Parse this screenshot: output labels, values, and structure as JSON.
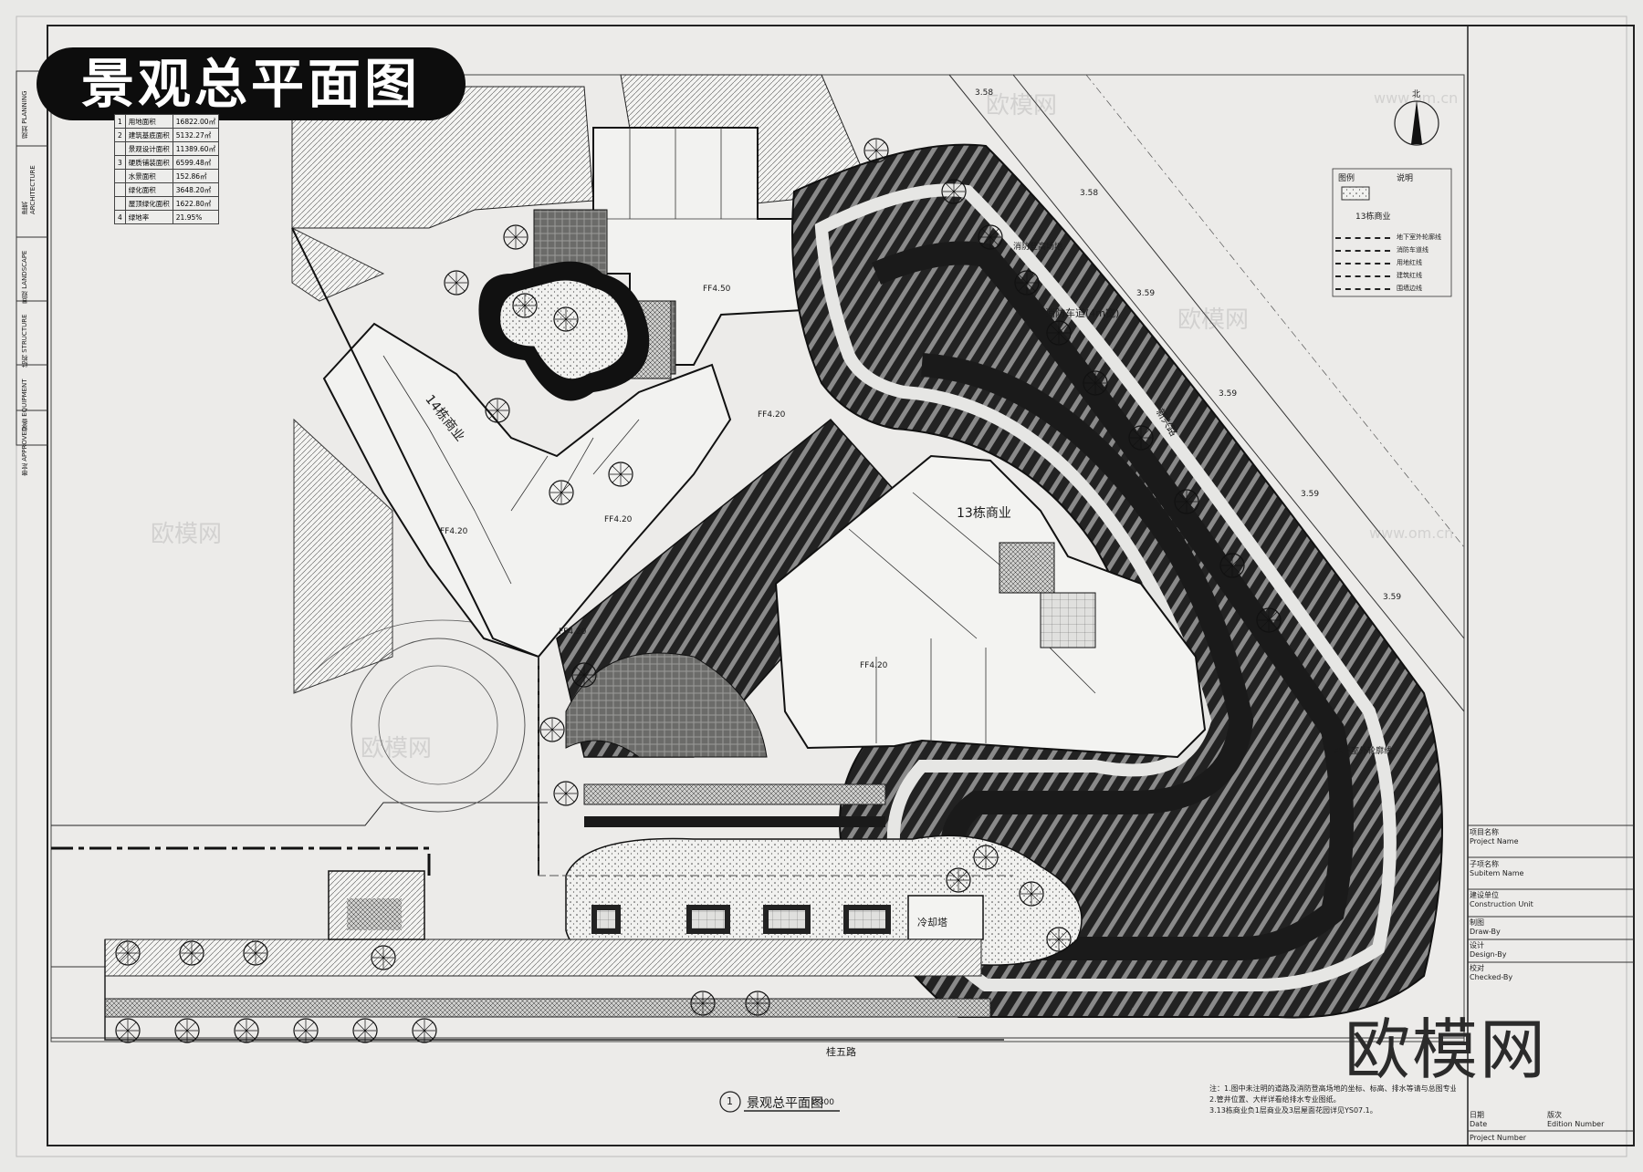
{
  "badge_title": "景观总平面图",
  "watermark": "欧模网",
  "faint_watermark": "欧模网",
  "faint_watermark_url": "www.om.cn",
  "drawing_title": {
    "number": "1",
    "name": "景观总平面图",
    "scale": "1:300"
  },
  "labels": {
    "road_bottom": "桂五路",
    "road_right": "新兴路",
    "building_13": "13栋商业",
    "building_14": "14栋商业",
    "cooling_tower": "冷却塔",
    "bike_path": "消防车道(4m宽)",
    "north": "北",
    "ground_boundary": "地下室外轮廓线",
    "fire_lane": "消防登高场地",
    "elev_1": "3.58",
    "elev_2": "3.58",
    "elev_3": "3.59",
    "elev_4": "3.59",
    "elev_5": "3.59",
    "elev_6": "3.59"
  },
  "ff_marks": [
    "FF4.50",
    "FF4.20",
    "FF4.20",
    "FF4.20",
    "FF4.20",
    "FF4.20"
  ],
  "legend": {
    "header_left": "图例",
    "header_right": "说明",
    "hatch_label": "13栋商业",
    "items": [
      "地下室外轮廓线",
      "消防车道线",
      "用地红线",
      "建筑红线",
      "围墙边线"
    ]
  },
  "notes": [
    "注：1.图中未注明的道路及消防登高场地的坐标、标高、排水等请与总图专业协商后再施工。",
    "2.管井位置、大样详看给排水专业图纸。",
    "3.13栋商业负1层商业及3层屋面花园详见YS07.1。"
  ],
  "area_table": [
    [
      "1",
      "用地面积",
      "16822.00㎡"
    ],
    [
      "2",
      "建筑基底面积",
      "5132.27㎡"
    ],
    [
      "",
      "景观设计面积",
      "11389.60㎡"
    ],
    [
      "3",
      "硬质铺装面积",
      "6599.48㎡"
    ],
    [
      "",
      "水景面积",
      "152.86㎡"
    ],
    [
      "",
      "绿化面积",
      "3648.20㎡"
    ],
    [
      "",
      "屋顶绿化面积",
      "1622.80㎡"
    ],
    [
      "4",
      "绿地率",
      "21.95%"
    ]
  ],
  "title_block": {
    "project_name_cn": "项目名称",
    "project_name_en": "Project Name",
    "subitem_cn": "子项名称",
    "subitem_en": "Subitem Name",
    "unit_cn": "建设单位",
    "unit_en": "Construction Unit",
    "drawn_cn": "制图",
    "drawn_en": "Draw-By",
    "design_cn": "设计",
    "design_en": "Design-By",
    "check_cn": "校对",
    "check_en": "Checked-By",
    "date_cn": "日期",
    "date_en": "Date",
    "edition_cn": "版次",
    "edition_en": "Edition Number",
    "number_en": "Project Number"
  },
  "left_strip": [
    "规划 PLANNING",
    "建筑 ARCHITECTURE",
    "景观 LANDSCAPE",
    "结构 STRUCTURE",
    "设备 EQUIPMENT",
    "审定 APPROVED"
  ]
}
